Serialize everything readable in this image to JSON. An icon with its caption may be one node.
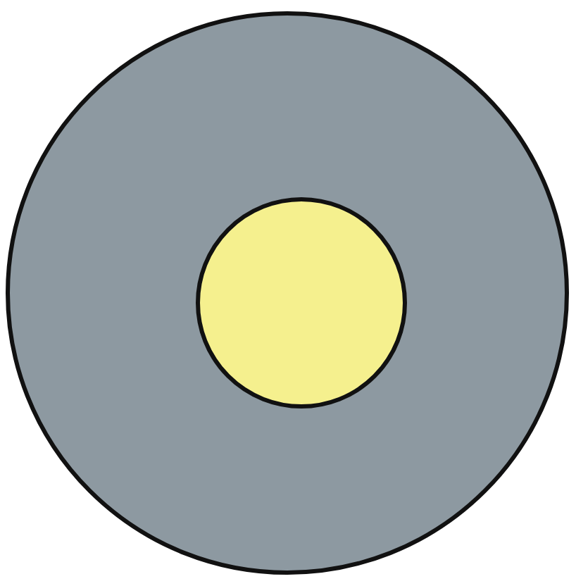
{
  "diagram": {
    "nodes": [
      {
        "text": [],
        "shape": "circle"
      },
      {
        "text": [],
        "shape": "circle",
        "in": 0
      }
    ]
  }
}
